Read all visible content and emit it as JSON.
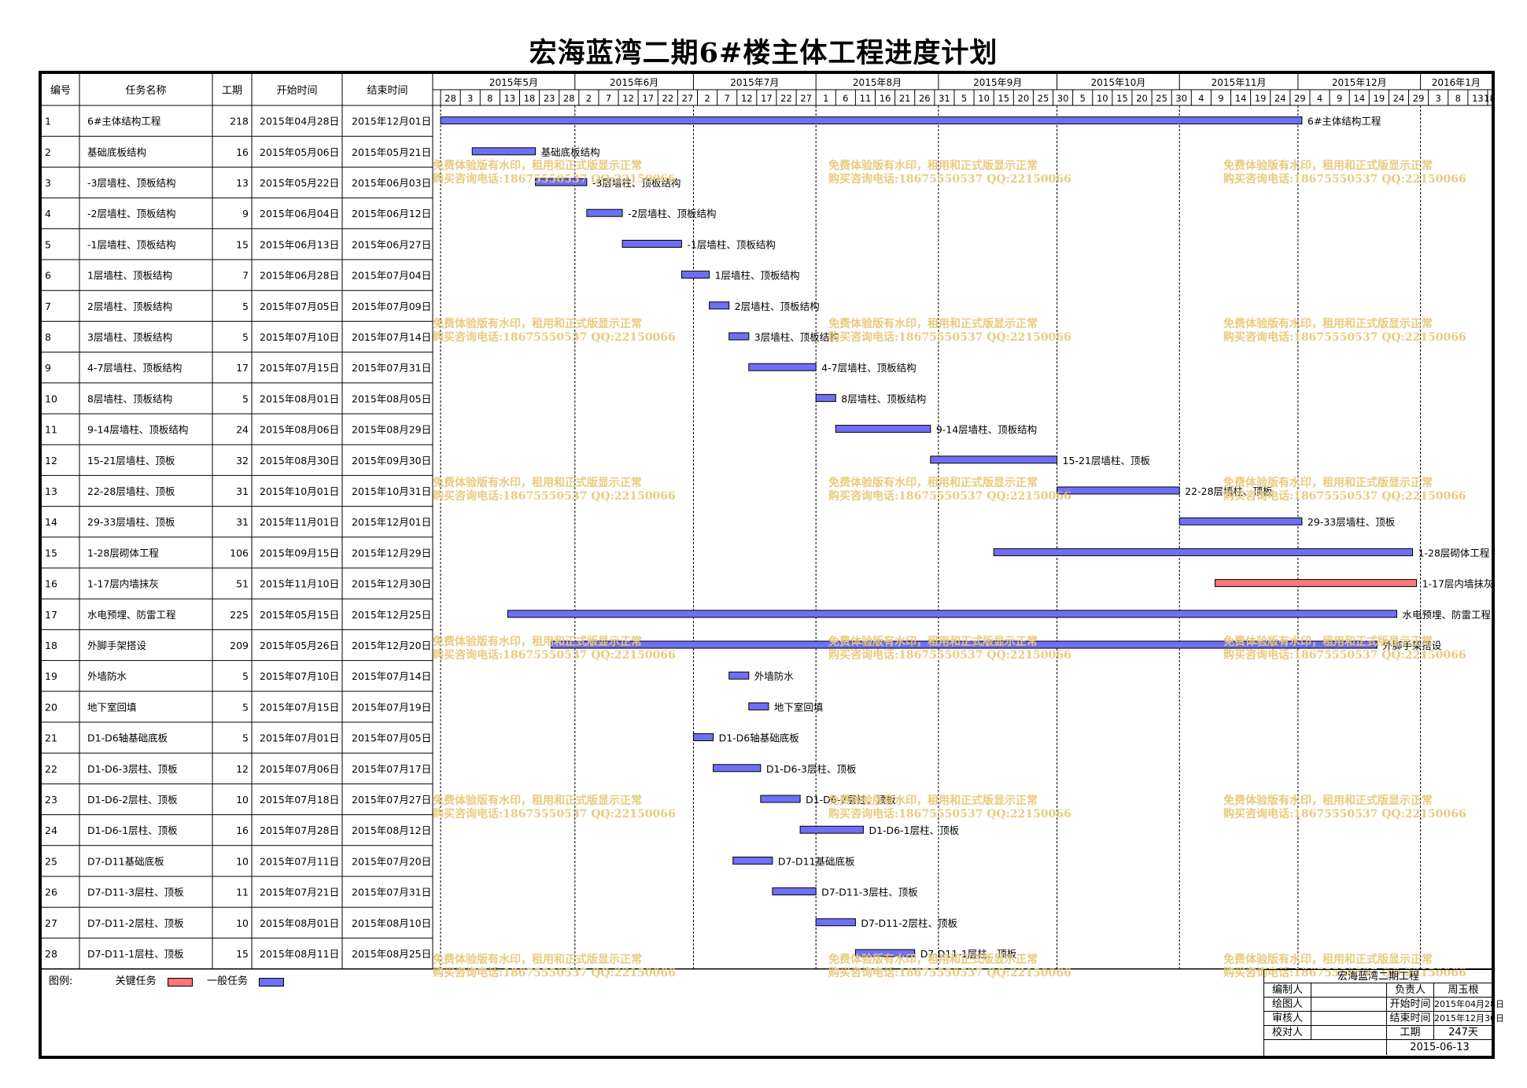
{
  "title": "宏海蓝湾二期6#楼主体工程进度计划",
  "headers": {
    "num": "编号",
    "name": "任务名称",
    "dur": "工期",
    "start": "开始时间",
    "end": "结束时间"
  },
  "colors": {
    "critical": "#ff7777",
    "normal": "#6f6ff5",
    "watermark": "#e8c878"
  },
  "timeline": {
    "months": [
      {
        "label": "2015年5月",
        "start": "2015-05-01"
      },
      {
        "label": "2015年6月",
        "start": "2015-06-01"
      },
      {
        "label": "2015年7月",
        "start": "2015-07-01"
      },
      {
        "label": "2015年8月",
        "start": "2015-08-01"
      },
      {
        "label": "2015年9月",
        "start": "2015-09-01"
      },
      {
        "label": "2015年10月",
        "start": "2015-10-01"
      },
      {
        "label": "2015年11月",
        "start": "2015-11-01"
      },
      {
        "label": "2015年12月",
        "start": "2015-12-01"
      },
      {
        "label": "2016年1月",
        "start": "2016-01-01"
      }
    ],
    "day_ticks": [
      "2015-04-28",
      "2015-05-03",
      "2015-05-08",
      "2015-05-13",
      "2015-05-18",
      "2015-05-23",
      "2015-05-28",
      "2015-06-02",
      "2015-06-07",
      "2015-06-12",
      "2015-06-17",
      "2015-06-22",
      "2015-06-27",
      "2015-07-02",
      "2015-07-07",
      "2015-07-12",
      "2015-07-17",
      "2015-07-22",
      "2015-07-27",
      "2015-08-01",
      "2015-08-06",
      "2015-08-11",
      "2015-08-16",
      "2015-08-21",
      "2015-08-26",
      "2015-08-31",
      "2015-09-05",
      "2015-09-10",
      "2015-09-15",
      "2015-09-20",
      "2015-09-25",
      "2015-09-30",
      "2015-10-05",
      "2015-10-10",
      "2015-10-15",
      "2015-10-20",
      "2015-10-25",
      "2015-10-30",
      "2015-11-04",
      "2015-11-09",
      "2015-11-14",
      "2015-11-19",
      "2015-11-24",
      "2015-11-29",
      "2015-12-04",
      "2015-12-09",
      "2015-12-14",
      "2015-12-19",
      "2015-12-24",
      "2015-12-29",
      "2016-01-03",
      "2016-01-08",
      "2016-01-13",
      "2016-01-18"
    ]
  },
  "chart_data": {
    "type": "gantt",
    "title": "宏海蓝湾二期6#楼主体工程进度计划",
    "tasks": [
      {
        "id": "1",
        "name": "6#主体结构工程",
        "duration": 218,
        "start_text": "2015年04月28日",
        "end_text": "2015年12月01日",
        "start": "2015-04-28",
        "end": "2015-12-01",
        "critical": false
      },
      {
        "id": "2",
        "name": "基础底板结构",
        "duration": 16,
        "start_text": "2015年05月06日",
        "end_text": "2015年05月21日",
        "start": "2015-05-06",
        "end": "2015-05-21",
        "critical": false
      },
      {
        "id": "3",
        "name": "-3层墙柱、顶板结构",
        "duration": 13,
        "start_text": "2015年05月22日",
        "end_text": "2015年06月03日",
        "start": "2015-05-22",
        "end": "2015-06-03",
        "critical": false
      },
      {
        "id": "4",
        "name": "-2层墙柱、顶板结构",
        "duration": 9,
        "start_text": "2015年06月04日",
        "end_text": "2015年06月12日",
        "start": "2015-06-04",
        "end": "2015-06-12",
        "critical": false
      },
      {
        "id": "5",
        "name": "-1层墙柱、顶板结构",
        "duration": 15,
        "start_text": "2015年06月13日",
        "end_text": "2015年06月27日",
        "start": "2015-06-13",
        "end": "2015-06-27",
        "critical": false
      },
      {
        "id": "6",
        "name": "1层墙柱、顶板结构",
        "duration": 7,
        "start_text": "2015年06月28日",
        "end_text": "2015年07月04日",
        "start": "2015-06-28",
        "end": "2015-07-04",
        "critical": false
      },
      {
        "id": "7",
        "name": "2层墙柱、顶板结构",
        "duration": 5,
        "start_text": "2015年07月05日",
        "end_text": "2015年07月09日",
        "start": "2015-07-05",
        "end": "2015-07-09",
        "critical": false
      },
      {
        "id": "8",
        "name": "3层墙柱、顶板结构",
        "duration": 5,
        "start_text": "2015年07月10日",
        "end_text": "2015年07月14日",
        "start": "2015-07-10",
        "end": "2015-07-14",
        "critical": false
      },
      {
        "id": "9",
        "name": "4-7层墙柱、顶板结构",
        "duration": 17,
        "start_text": "2015年07月15日",
        "end_text": "2015年07月31日",
        "start": "2015-07-15",
        "end": "2015-07-31",
        "critical": false
      },
      {
        "id": "10",
        "name": "8层墙柱、顶板结构",
        "duration": 5,
        "start_text": "2015年08月01日",
        "end_text": "2015年08月05日",
        "start": "2015-08-01",
        "end": "2015-08-05",
        "critical": false
      },
      {
        "id": "11",
        "name": "9-14层墙柱、顶板结构",
        "duration": 24,
        "start_text": "2015年08月06日",
        "end_text": "2015年08月29日",
        "start": "2015-08-06",
        "end": "2015-08-29",
        "critical": false
      },
      {
        "id": "12",
        "name": "15-21层墙柱、顶板",
        "duration": 32,
        "start_text": "2015年08月30日",
        "end_text": "2015年09月30日",
        "start": "2015-08-30",
        "end": "2015-09-30",
        "critical": false
      },
      {
        "id": "13",
        "name": "22-28层墙柱、顶板",
        "duration": 31,
        "start_text": "2015年10月01日",
        "end_text": "2015年10月31日",
        "start": "2015-10-01",
        "end": "2015-10-31",
        "critical": false
      },
      {
        "id": "14",
        "name": "29-33层墙柱、顶板",
        "duration": 31,
        "start_text": "2015年11月01日",
        "end_text": "2015年12月01日",
        "start": "2015-11-01",
        "end": "2015-12-01",
        "critical": false
      },
      {
        "id": "15",
        "name": "1-28层砌体工程",
        "duration": 106,
        "start_text": "2015年09月15日",
        "end_text": "2015年12月29日",
        "start": "2015-09-15",
        "end": "2015-12-29",
        "critical": false
      },
      {
        "id": "16",
        "name": "1-17层内墙抹灰",
        "duration": 51,
        "start_text": "2015年11月10日",
        "end_text": "2015年12月30日",
        "start": "2015-11-10",
        "end": "2015-12-30",
        "critical": true
      },
      {
        "id": "17",
        "name": "水电预埋、防雷工程",
        "duration": 225,
        "start_text": "2015年05月15日",
        "end_text": "2015年12月25日",
        "start": "2015-05-15",
        "end": "2015-12-25",
        "critical": false
      },
      {
        "id": "18",
        "name": "外脚手架搭设",
        "duration": 209,
        "start_text": "2015年05月26日",
        "end_text": "2015年12月20日",
        "start": "2015-05-26",
        "end": "2015-12-20",
        "critical": false
      },
      {
        "id": "19",
        "name": "外墙防水",
        "duration": 5,
        "start_text": "2015年07月10日",
        "end_text": "2015年07月14日",
        "start": "2015-07-10",
        "end": "2015-07-14",
        "critical": false
      },
      {
        "id": "20",
        "name": "地下室回填",
        "duration": 5,
        "start_text": "2015年07月15日",
        "end_text": "2015年07月19日",
        "start": "2015-07-15",
        "end": "2015-07-19",
        "critical": false
      },
      {
        "id": "21",
        "name": "D1-D6轴基础底板",
        "duration": 5,
        "start_text": "2015年07月01日",
        "end_text": "2015年07月05日",
        "start": "2015-07-01",
        "end": "2015-07-05",
        "critical": false
      },
      {
        "id": "22",
        "name": "D1-D6-3层柱、顶板",
        "duration": 12,
        "start_text": "2015年07月06日",
        "end_text": "2015年07月17日",
        "start": "2015-07-06",
        "end": "2015-07-17",
        "critical": false
      },
      {
        "id": "23",
        "name": "D1-D6-2层柱、顶板",
        "duration": 10,
        "start_text": "2015年07月18日",
        "end_text": "2015年07月27日",
        "start": "2015-07-18",
        "end": "2015-07-27",
        "critical": false
      },
      {
        "id": "24",
        "name": "D1-D6-1层柱、顶板",
        "duration": 16,
        "start_text": "2015年07月28日",
        "end_text": "2015年08月12日",
        "start": "2015-07-28",
        "end": "2015-08-12",
        "critical": false
      },
      {
        "id": "25",
        "name": "D7-D11基础底板",
        "duration": 10,
        "start_text": "2015年07月11日",
        "end_text": "2015年07月20日",
        "start": "2015-07-11",
        "end": "2015-07-20",
        "critical": false
      },
      {
        "id": "26",
        "name": "D7-D11-3层柱、顶板",
        "duration": 11,
        "start_text": "2015年07月21日",
        "end_text": "2015年07月31日",
        "start": "2015-07-21",
        "end": "2015-07-31",
        "critical": false
      },
      {
        "id": "27",
        "name": "D7-D11-2层柱、顶板",
        "duration": 10,
        "start_text": "2015年08月01日",
        "end_text": "2015年08月10日",
        "start": "2015-08-01",
        "end": "2015-08-10",
        "critical": false
      },
      {
        "id": "28",
        "name": "D7-D11-1层柱、顶板",
        "duration": 15,
        "start_text": "2015年08月11日",
        "end_text": "2015年08月25日",
        "start": "2015-08-11",
        "end": "2015-08-25",
        "critical": false
      }
    ]
  },
  "legend": {
    "label": "图例:",
    "critical_label": "关键任务",
    "normal_label": "一般任务"
  },
  "watermark": {
    "line1": "免费体验版有水印，租用和正式版显示正常",
    "line2": "购买咨询电话:18675550537 QQ:22150066"
  },
  "infobox": {
    "project": "宏海蓝湾二期工程",
    "compiler_label": "编制人",
    "drawer_label": "绘图人",
    "reviewer_label": "审核人",
    "checker_label": "校对人",
    "owner_label": "负责人",
    "owner": "周玉根",
    "start_label": "开始时间",
    "start": "2015年04月28日",
    "end_label": "结束时间",
    "end": "2015年12月30日",
    "duration_label": "工期",
    "duration": "247天",
    "date": "2015-06-13"
  }
}
